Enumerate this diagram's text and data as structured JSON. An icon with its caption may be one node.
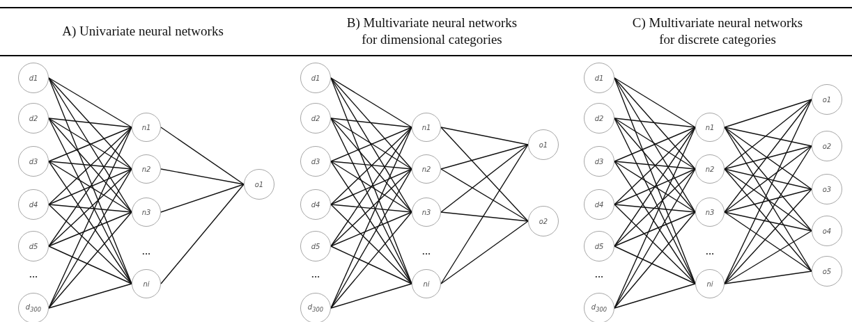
{
  "diagram": {
    "nodes": [
      {
        "text": [
          "d1"
        ]
      },
      {
        "text": [
          "d2"
        ]
      },
      {
        "text": [
          "d3"
        ]
      },
      {
        "text": [
          "d4"
        ]
      },
      {
        "text": [
          "d5"
        ]
      },
      {
        "text": [
          "d$_{300}$"
        ]
      },
      {
        "text": [
          "n1"
        ]
      },
      {
        "text": [
          "n2"
        ]
      },
      {
        "text": [
          "n3"
        ]
      },
      {
        "text": [
          "ni"
        ]
      },
      {
        "text": [
          "o1"
        ]
      },
      {
        "text": [
          "d1"
        ]
      },
      {
        "text": [
          "d2"
        ]
      },
      {
        "text": [
          "d3"
        ]
      },
      {
        "text": [
          "d4"
        ]
      },
      {
        "text": [
          "d5"
        ]
      },
      {
        "text": [
          "d$_{300}$"
        ]
      },
      {
        "text": [
          "n1"
        ]
      },
      {
        "text": [
          "n2"
        ]
      },
      {
        "text": [
          "n3"
        ]
      },
      {
        "text": [
          "ni"
        ]
      },
      {
        "text": [
          "o1"
        ]
      },
      {
        "text": [
          "o2"
        ]
      },
      {
        "text": [
          "d1"
        ]
      },
      {
        "text": [
          "d2"
        ]
      },
      {
        "text": [
          "d3"
        ]
      },
      {
        "text": [
          "d4"
        ]
      },
      {
        "text": [
          "d5"
        ]
      },
      {
        "text": [
          "d$_{300}$"
        ]
      },
      {
        "text": [
          "n1"
        ]
      },
      {
        "text": [
          "n2"
        ]
      },
      {
        "text": [
          "n3"
        ]
      },
      {
        "text": [
          "ni"
        ]
      },
      {
        "text": [
          "o1"
        ]
      },
      {
        "text": [
          "o2"
        ]
      },
      {
        "text": [
          "o3"
        ]
      },
      {
        "text": [
          "o4"
        ]
      },
      {
        "text": [
          "o5"
        ]
      }
    ],
    "edges": [
      {
        "from": 0,
        "to": 6,
        "arrow": "none"
      },
      {
        "from": 0,
        "to": 7,
        "arrow": "none"
      },
      {
        "from": 0,
        "to": 8,
        "arrow": "none"
      },
      {
        "from": 0,
        "to": 9,
        "arrow": "none"
      },
      {
        "from": 1,
        "to": 6,
        "arrow": "none"
      },
      {
        "from": 1,
        "to": 7,
        "arrow": "none"
      },
      {
        "from": 1,
        "to": 8,
        "arrow": "none"
      },
      {
        "from": 1,
        "to": 9,
        "arrow": "none"
      },
      {
        "from": 2,
        "to": 6,
        "arrow": "none"
      },
      {
        "from": 2,
        "to": 7,
        "arrow": "none"
      },
      {
        "from": 2,
        "to": 8,
        "arrow": "none"
      },
      {
        "from": 2,
        "to": 9,
        "arrow": "none"
      },
      {
        "from": 3,
        "to": 6,
        "arrow": "none"
      },
      {
        "from": 3,
        "to": 7,
        "arrow": "none"
      },
      {
        "from": 3,
        "to": 8,
        "arrow": "none"
      },
      {
        "from": 3,
        "to": 9,
        "arrow": "none"
      },
      {
        "from": 4,
        "to": 6,
        "arrow": "none"
      },
      {
        "from": 4,
        "to": 7,
        "arrow": "none"
      },
      {
        "from": 4,
        "to": 8,
        "arrow": "none"
      },
      {
        "from": 4,
        "to": 9,
        "arrow": "none"
      },
      {
        "from": 5,
        "to": 6,
        "arrow": "none"
      },
      {
        "from": 5,
        "to": 7,
        "arrow": "none"
      },
      {
        "from": 5,
        "to": 8,
        "arrow": "none"
      },
      {
        "from": 5,
        "to": 9,
        "arrow": "none"
      },
      {
        "from": 6,
        "to": 10,
        "arrow": "none"
      },
      {
        "from": 7,
        "to": 10,
        "arrow": "none"
      },
      {
        "from": 8,
        "to": 10,
        "arrow": "none"
      },
      {
        "from": 9,
        "to": 10,
        "arrow": "none"
      },
      {
        "from": 11,
        "to": 17,
        "arrow": "none"
      },
      {
        "from": 11,
        "to": 18,
        "arrow": "none"
      },
      {
        "from": 11,
        "to": 19,
        "arrow": "none"
      },
      {
        "from": 11,
        "to": 20,
        "arrow": "none"
      },
      {
        "from": 12,
        "to": 17,
        "arrow": "none"
      },
      {
        "from": 12,
        "to": 18,
        "arrow": "none"
      },
      {
        "from": 12,
        "to": 19,
        "arrow": "none"
      },
      {
        "from": 12,
        "to": 20,
        "arrow": "none"
      },
      {
        "from": 13,
        "to": 17,
        "arrow": "none"
      },
      {
        "from": 13,
        "to": 18,
        "arrow": "none"
      },
      {
        "from": 13,
        "to": 19,
        "arrow": "none"
      },
      {
        "from": 13,
        "to": 20,
        "arrow": "none"
      },
      {
        "from": 14,
        "to": 17,
        "arrow": "none"
      },
      {
        "from": 14,
        "to": 18,
        "arrow": "none"
      },
      {
        "from": 14,
        "to": 19,
        "arrow": "none"
      },
      {
        "from": 14,
        "to": 20,
        "arrow": "none"
      },
      {
        "from": 15,
        "to": 17,
        "arrow": "none"
      },
      {
        "from": 15,
        "to": 18,
        "arrow": "none"
      },
      {
        "from": 15,
        "to": 19,
        "arrow": "none"
      },
      {
        "from": 15,
        "to": 20,
        "arrow": "none"
      },
      {
        "from": 16,
        "to": 17,
        "arrow": "none"
      },
      {
        "from": 16,
        "to": 18,
        "arrow": "none"
      },
      {
        "from": 16,
        "to": 19,
        "arrow": "none"
      },
      {
        "from": 16,
        "to": 20,
        "arrow": "none"
      },
      {
        "from": 17,
        "to": 21,
        "arrow": "none"
      },
      {
        "from": 17,
        "to": 22,
        "arrow": "none"
      },
      {
        "from": 18,
        "to": 21,
        "arrow": "none"
      },
      {
        "from": 18,
        "to": 22,
        "arrow": "none"
      },
      {
        "from": 19,
        "to": 21,
        "arrow": "none"
      },
      {
        "from": 19,
        "to": 22,
        "arrow": "none"
      },
      {
        "from": 20,
        "to": 21,
        "arrow": "none"
      },
      {
        "from": 20,
        "to": 22,
        "arrow": "none"
      },
      {
        "from": 23,
        "to": 29,
        "arrow": "none"
      },
      {
        "from": 23,
        "to": 30,
        "arrow": "none"
      },
      {
        "from": 23,
        "to": 31,
        "arrow": "none"
      },
      {
        "from": 23,
        "to": 32,
        "arrow": "none"
      },
      {
        "from": 24,
        "to": 29,
        "arrow": "none"
      },
      {
        "from": 24,
        "to": 30,
        "arrow": "none"
      },
      {
        "from": 24,
        "to": 31,
        "arrow": "none"
      },
      {
        "from": 24,
        "to": 32,
        "arrow": "none"
      },
      {
        "from": 25,
        "to": 29,
        "arrow": "none"
      },
      {
        "from": 25,
        "to": 30,
        "arrow": "none"
      },
      {
        "from": 25,
        "to": 31,
        "arrow": "none"
      },
      {
        "from": 25,
        "to": 32,
        "arrow": "none"
      },
      {
        "from": 26,
        "to": 29,
        "arrow": "none"
      },
      {
        "from": 26,
        "to": 30,
        "arrow": "none"
      },
      {
        "from": 26,
        "to": 31,
        "arrow": "none"
      },
      {
        "from": 26,
        "to": 32,
        "arrow": "none"
      },
      {
        "from": 27,
        "to": 29,
        "arrow": "none"
      },
      {
        "from": 27,
        "to": 30,
        "arrow": "none"
      },
      {
        "from": 27,
        "to": 31,
        "arrow": "none"
      },
      {
        "from": 27,
        "to": 32,
        "arrow": "none"
      },
      {
        "from": 28,
        "to": 29,
        "arrow": "none"
      },
      {
        "from": 28,
        "to": 30,
        "arrow": "none"
      },
      {
        "from": 28,
        "to": 31,
        "arrow": "none"
      },
      {
        "from": 28,
        "to": 32,
        "arrow": "none"
      },
      {
        "from": 29,
        "to": 33,
        "arrow": "none"
      },
      {
        "from": 29,
        "to": 34,
        "arrow": "none"
      },
      {
        "from": 29,
        "to": 35,
        "arrow": "none"
      },
      {
        "from": 29,
        "to": 36,
        "arrow": "none"
      },
      {
        "from": 29,
        "to": 37,
        "arrow": "none"
      },
      {
        "from": 30,
        "to": 33,
        "arrow": "none"
      },
      {
        "from": 30,
        "to": 34,
        "arrow": "none"
      },
      {
        "from": 30,
        "to": 35,
        "arrow": "none"
      },
      {
        "from": 30,
        "to": 36,
        "arrow": "none"
      },
      {
        "from": 30,
        "to": 37,
        "arrow": "none"
      },
      {
        "from": 31,
        "to": 33,
        "arrow": "none"
      },
      {
        "from": 31,
        "to": 34,
        "arrow": "none"
      },
      {
        "from": 31,
        "to": 35,
        "arrow": "none"
      },
      {
        "from": 31,
        "to": 36,
        "arrow": "none"
      },
      {
        "from": 31,
        "to": 37,
        "arrow": "none"
      },
      {
        "from": 32,
        "to": 33,
        "arrow": "none"
      },
      {
        "from": 32,
        "to": 34,
        "arrow": "none"
      },
      {
        "from": 32,
        "to": 35,
        "arrow": "none"
      },
      {
        "from": 32,
        "to": 36,
        "arrow": "none"
      },
      {
        "from": 32,
        "to": 37,
        "arrow": "none"
      }
    ],
    "labels": [
      "A) Univariate neural networks",
      "B) Multivariate neural networks for dimensional categories",
      "C) Multivariate neural networks for discrete categories",
      "...",
      "...",
      "...",
      "...",
      "...",
      "..."
    ]
  }
}
